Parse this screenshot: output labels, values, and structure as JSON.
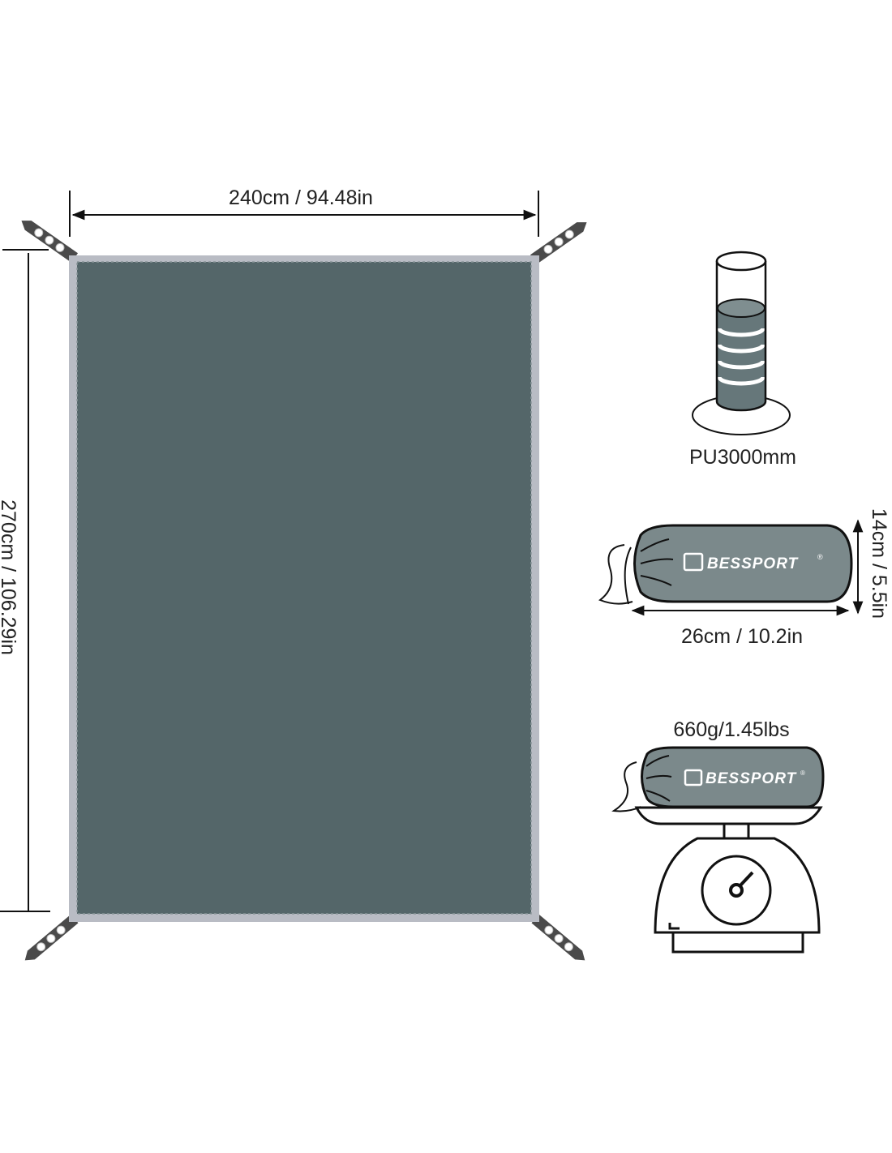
{
  "tarp": {
    "width_label": "240cm / 94.48in",
    "length_label": "270cm / 106.29in",
    "colors": {
      "fabric": "#546669",
      "border": "#b9bcc4",
      "strap": "#4a4a4a"
    }
  },
  "waterproof": {
    "label": "PU3000mm"
  },
  "packed": {
    "length_label": "26cm / 10.2in",
    "height_label": "14cm / 5.5in",
    "brand": "BESSPORT",
    "brand_mark": "®",
    "bag_color": "#7b898b"
  },
  "weight": {
    "label": "660g/1.45lbs",
    "brand": "BESSPORT",
    "brand_mark": "®"
  }
}
